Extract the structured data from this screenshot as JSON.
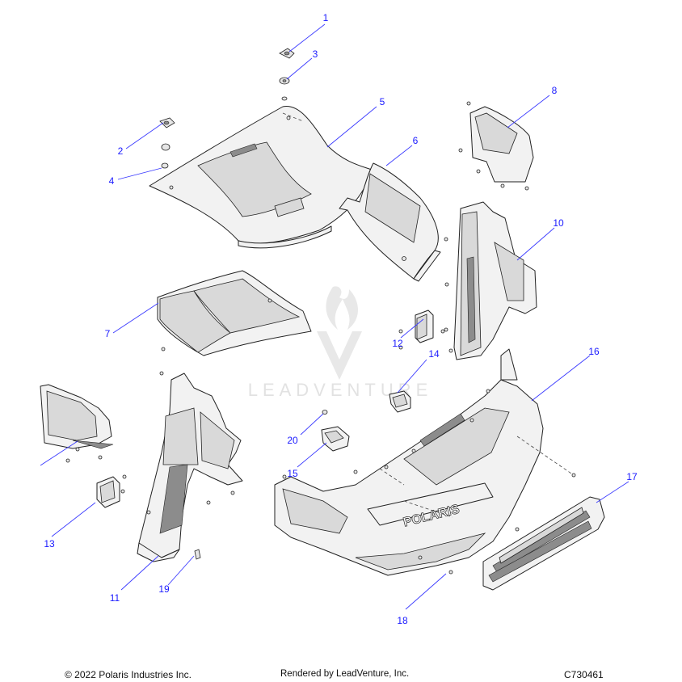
{
  "watermark": {
    "brand": "LEADVENTURE"
  },
  "callouts": [
    "1",
    "2",
    "3",
    "4",
    "5",
    "6",
    "7",
    "8",
    "10",
    "11",
    "12",
    "13",
    "14",
    "15",
    "16",
    "17",
    "18",
    "19",
    "20"
  ],
  "footer": {
    "copyright": "© 2022 Polaris Industries Inc.",
    "rendered_by": "Rendered by LeadVenture, Inc.",
    "drawing_number": "C730461"
  },
  "colors": {
    "callout_text": "#1a1aff",
    "leader_line": "#3a3aff",
    "outline": "#222222",
    "watermark": "#e8e8e8"
  }
}
